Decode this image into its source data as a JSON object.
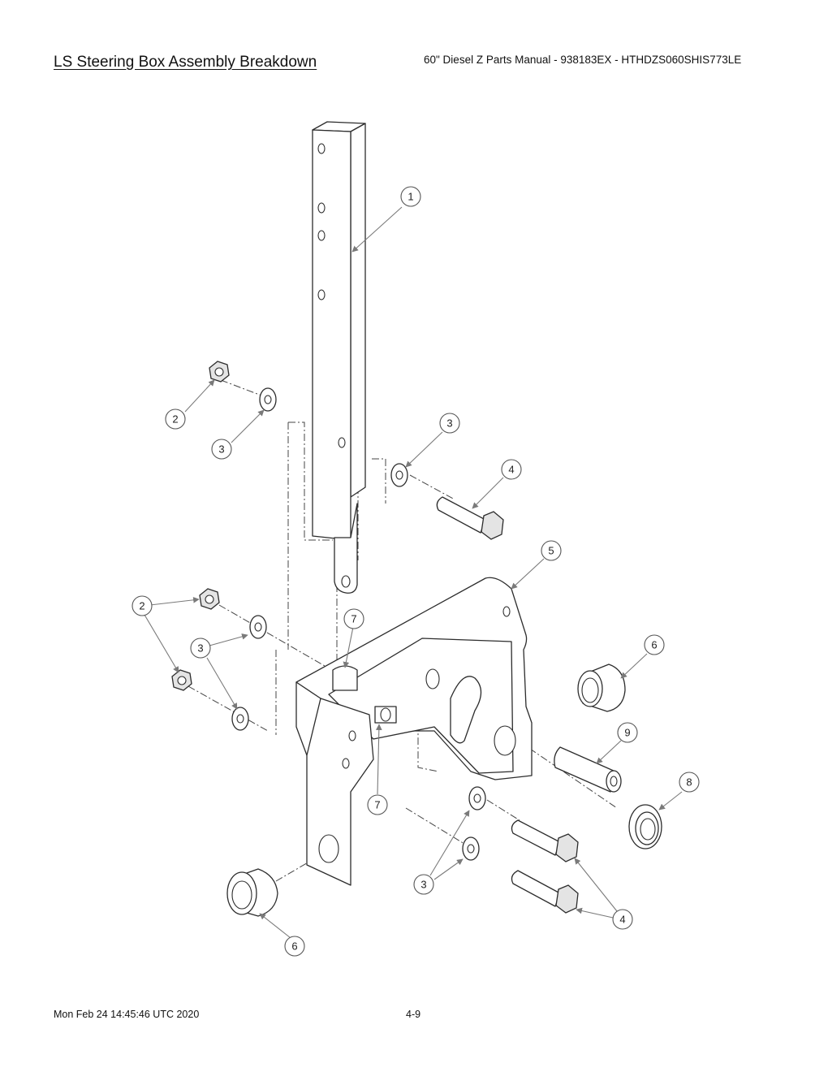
{
  "header": {
    "title": "LS Steering Box Assembly Breakdown",
    "manual": "60\" Diesel Z Parts Manual - 938183EX - HTHDZS060SHIS773LE"
  },
  "callouts": [
    "1",
    "2",
    "3",
    "3",
    "4",
    "5",
    "2",
    "7",
    "3",
    "6",
    "9",
    "7",
    "8",
    "3",
    "4",
    "6"
  ],
  "footer": {
    "timestamp": "Mon Feb 24 14:45:46 UTC 2020",
    "page": "4-9"
  }
}
